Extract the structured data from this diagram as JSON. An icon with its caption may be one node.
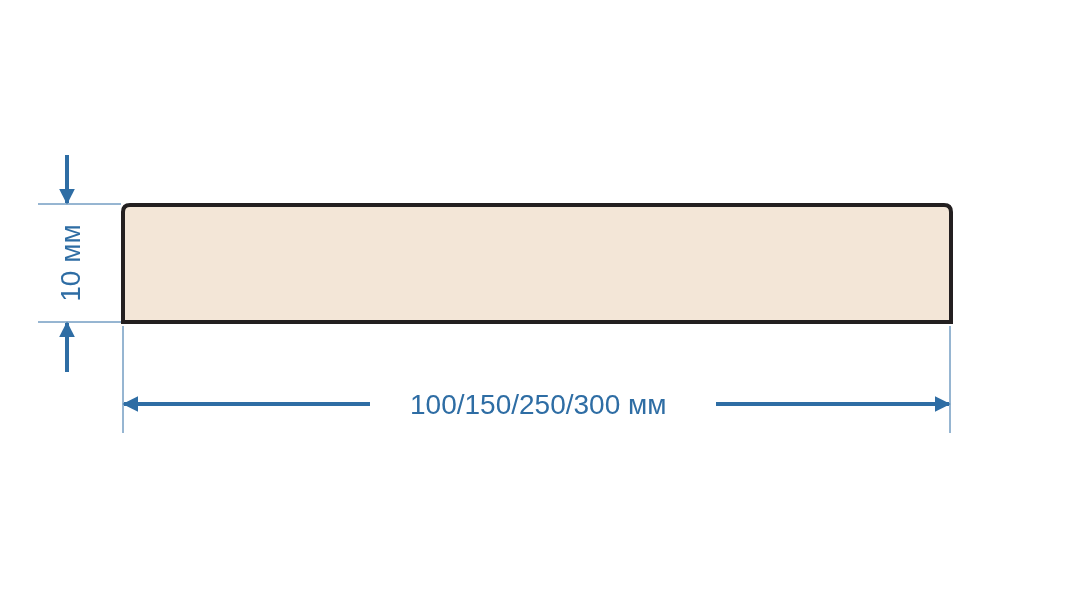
{
  "diagram": {
    "nodes": [
      {
        "text": [],
        "shape": "box"
      }
    ],
    "labels": [
      "10 мм",
      "100/150/250/300 мм"
    ]
  }
}
